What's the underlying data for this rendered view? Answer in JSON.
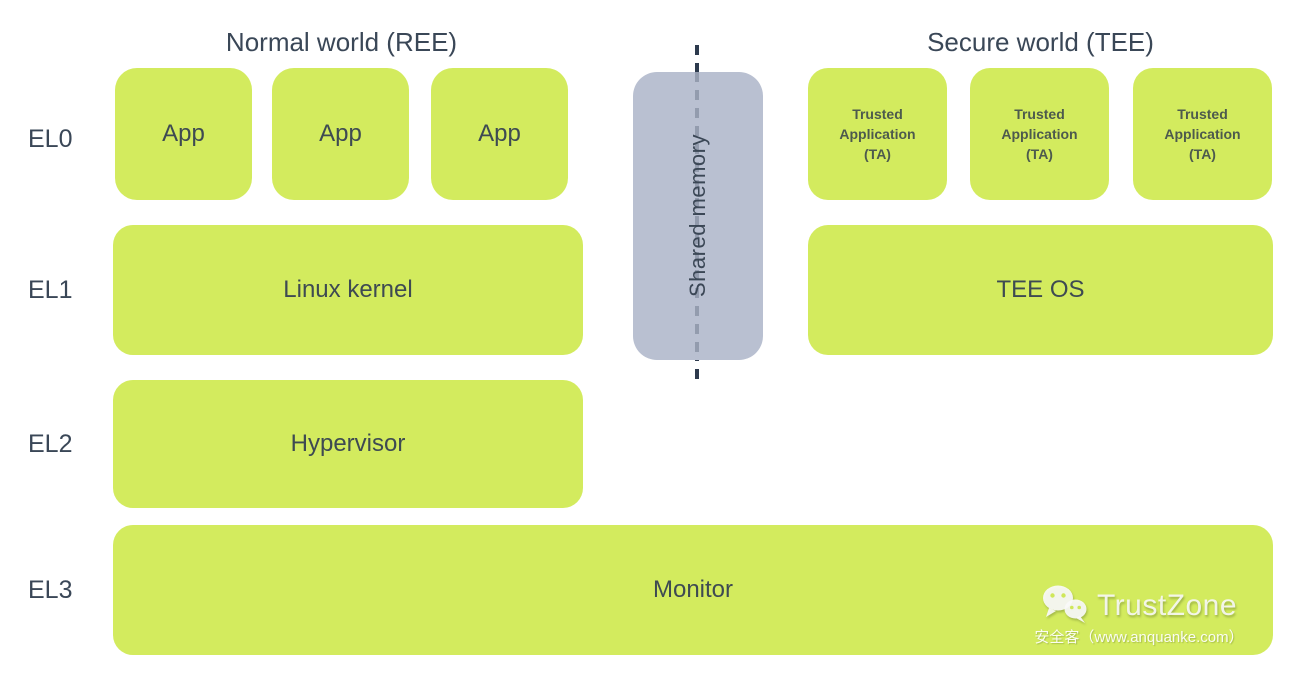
{
  "titles": {
    "normal": "Normal world (REE)",
    "secure": "Secure world (TEE)"
  },
  "el_labels": [
    "EL0",
    "EL1",
    "EL2",
    "EL3"
  ],
  "normal_world": {
    "apps": [
      "App",
      "App",
      "App"
    ],
    "kernel": "Linux kernel",
    "hypervisor": "Hypervisor"
  },
  "secure_world": {
    "ta_lines": [
      "Trusted",
      "Application",
      "(TA)"
    ],
    "os": "TEE OS"
  },
  "monitor_label": "Monitor",
  "shared_memory_label": "Shared memory",
  "watermark": {
    "icon": "wechat-icon",
    "title": "TrustZone",
    "subtitle": "安全客（www.anquanke.com）"
  },
  "colors": {
    "box_green": "#d3eb5e",
    "shared_memory_gray": "#b9c0d1",
    "text_dark_slate": "#3a4757",
    "dash_line": "#2d3a4d"
  }
}
